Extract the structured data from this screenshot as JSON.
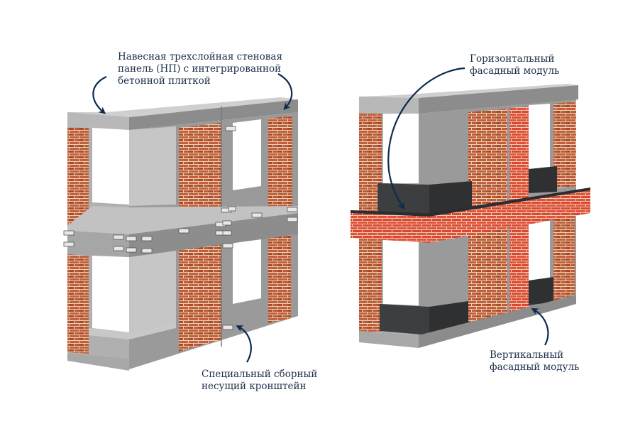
{
  "captions": {
    "panel": {
      "lines": [
        "Навесная трехслойная стеновая",
        "панель (НП) с интегрированной",
        "бетонной плиткой"
      ]
    },
    "bracket": {
      "lines": [
        "Специальный сборный",
        "несущий кронштейн"
      ]
    },
    "horizontal_module": {
      "lines": [
        "Горизонтальный",
        "фасадный модуль"
      ]
    },
    "vertical_module": {
      "lines": [
        "Вертикальный",
        "фасадный модуль"
      ]
    }
  },
  "colors": {
    "concrete_top": "#bdbdbd",
    "concrete_side": "#8f8f8f",
    "concrete_front": "#a9a9a9",
    "brick": "#b3542a",
    "brick_light": "#c9683a",
    "mortar": "#e9d3c2",
    "red_brick": "#d2452e",
    "dark_module": "#3a3c3e",
    "arrow": "#0d2a4f",
    "caption_text": "#1c2f4a"
  },
  "icons": [
    "arrow-icon",
    "bracket-icon"
  ]
}
